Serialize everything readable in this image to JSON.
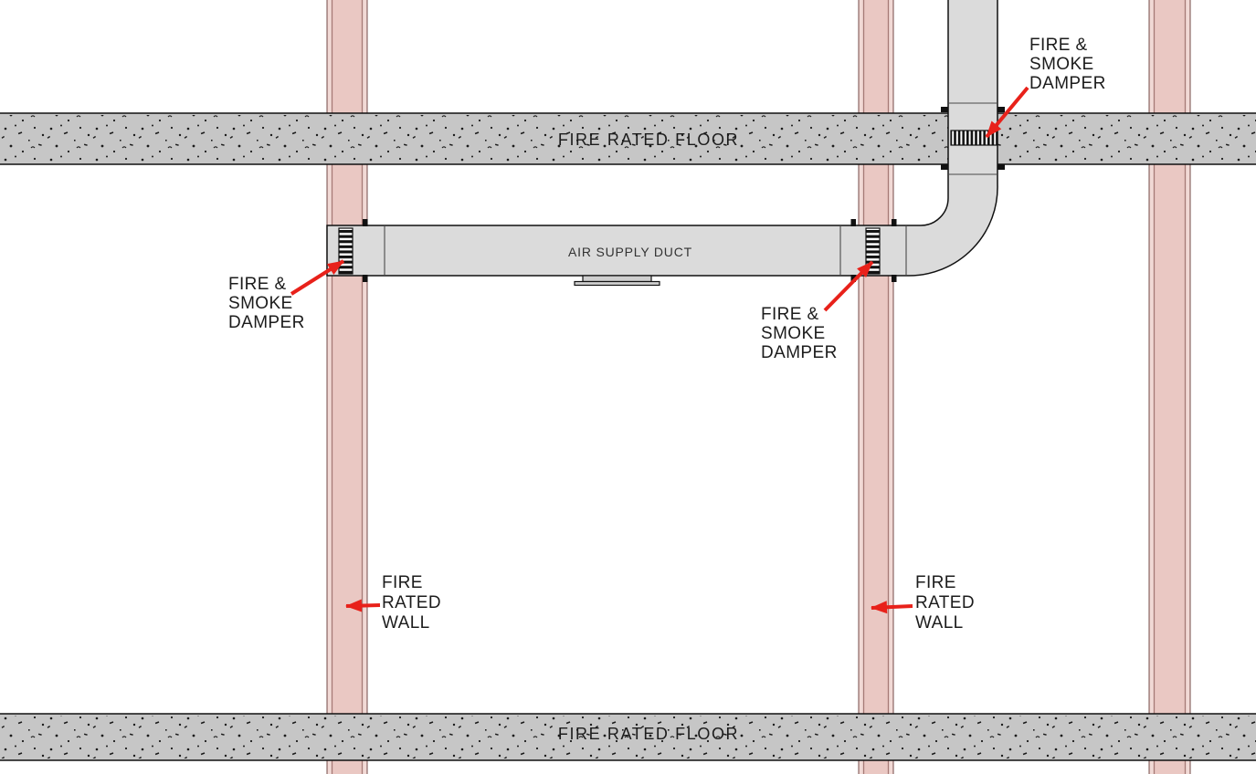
{
  "labels": {
    "floor_top": "FIRE RATED FLOOR",
    "floor_bottom": "FIRE RATED FLOOR",
    "air_supply_duct": "AIR SUPPLY DUCT",
    "damper_top_right": {
      "line1": "FIRE &",
      "line2": "SMOKE",
      "line3": "DAMPER"
    },
    "damper_left": {
      "line1": "FIRE &",
      "line2": "SMOKE",
      "line3": "DAMPER"
    },
    "damper_middle": {
      "line1": "FIRE &",
      "line2": "SMOKE",
      "line3": "DAMPER"
    },
    "wall_left": {
      "line1": "FIRE",
      "line2": "RATED",
      "line3": "WALL"
    },
    "wall_middle": {
      "line1": "FIRE",
      "line2": "RATED",
      "line3": "WALL"
    }
  },
  "colors": {
    "wall_fill": "#eac8c3",
    "wall_edge": "#8c6c69",
    "wall_edge_strip": "#f1d9d5",
    "wall_inner_line": "#a57a76",
    "floor_fill": "#c6c6c6",
    "floor_speckle": "#1a1a1a",
    "duct_fill": "#dbdbdb",
    "duct_joint": "#4a4a4a",
    "outline": "#111111",
    "arrow_red": "#e8211a",
    "text": "#1c1c1c"
  }
}
